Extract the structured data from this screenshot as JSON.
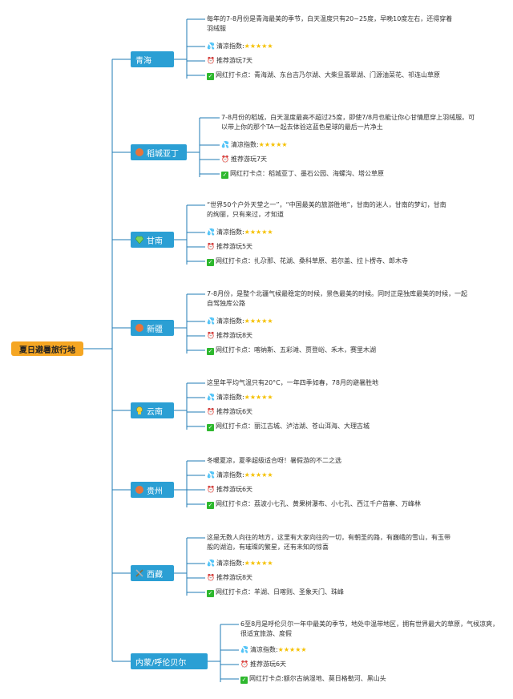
{
  "root": {
    "label": "夏日避暑旅行地"
  },
  "regions": [
    {
      "name": "青海",
      "icon": "",
      "desc": "每年的7-8月份是青海最美的季节，白天温度只有20~25度，早晚10度左右，还得穿着羽绒服",
      "cool_label": "清凉指数:",
      "stars": "★★★★★",
      "days": "推荐游玩7天",
      "spots": "网红打卡点：青海湖、东台吉乃尔湖、大柴旦翡翠湖、门源油菜花、祁连山草原"
    },
    {
      "name": "稻城亚丁",
      "icon": "dot-orange",
      "desc": "7-8月份的稻城，白天温度最高不超过25度，即使7/8月也能让你心甘情愿穿上羽绒服。可以带上你的那个TA一起去体验这蓝色星球的最后一片净土",
      "cool_label": "清凉指数:",
      "stars": "★★★★★",
      "days": "推荐游玩7天",
      "spots": "网红打卡点：稻城亚丁、墨石公园、海螺沟、塔公草原"
    },
    {
      "name": "甘南",
      "icon": "gem",
      "desc": "“世界50个户外天堂之一”，“中国最美的旅游胜地”，甘南的迷人，甘南的梦幻，甘南的绚丽，只有来过，才知道",
      "cool_label": "清凉指数:",
      "stars": "★★★★★",
      "days": "推荐游玩5天",
      "spots": "网红打卡点：扎尕那、花湖、桑科草原、若尔盖、拉卜楞寺、郎木寺"
    },
    {
      "name": "新疆",
      "icon": "dot-orange",
      "desc": "7-8月份，是整个北疆气候最稳定的时候，景色最美的时候。同时正是独库最美的时候，一起自驾独库公路",
      "cool_label": "清凉指数:",
      "stars": "★★★★★",
      "days": "推荐游玩8天",
      "spots": "网红打卡点：喀纳斯、五彩滩、贾登峪、禾木，赛里木湖"
    },
    {
      "name": "云南",
      "icon": "badge",
      "desc": "这里年平均气温只有20°C，一年四季如春，78月的避暑胜地",
      "cool_label": "清凉指数:",
      "stars": "★★★★★",
      "days": "推荐游玩6天",
      "spots": "网红打卡点：丽江古城、泸沽湖、苍山洱海、大理古城"
    },
    {
      "name": "贵州",
      "icon": "dot-orange",
      "desc": "冬暖夏凉，夏季超级适合呀！暑假游的不二之选",
      "cool_label": "清凉指数:",
      "stars": "★★★★★",
      "days": "推荐游玩6天",
      "spots": "网红打卡点：荔波小七孔、黄果树瀑布、小七孔、西江千户苗寨、万峰林"
    },
    {
      "name": "西藏",
      "icon": "tools",
      "desc": "这是无数人向往的地方，这里有大家向往的一切，有朝圣的路，有巍峨的雪山，有玉带般的湖泊，有璀璨的繁星，还有未知的惊喜",
      "cool_label": "清凉指数:",
      "stars": "★★★★★",
      "days": "推荐游玩8天",
      "spots": "网红打卡点：羊湖、日喀则、圣象天门、珠峰"
    },
    {
      "name": "内蒙/呼伦贝尔",
      "icon": "",
      "desc": "6至8月是呼伦贝尔一年中最美的季节，地处中温带地区，拥有世界最大的草原，气候凉爽，很适宜旅游、度假",
      "cool_label": "清凉指数:",
      "stars": "★★★★★",
      "days": "推荐游玩6天",
      "spots": "网红打卡点:额尔古纳湿地、莫日格勒河、黑山头"
    }
  ]
}
